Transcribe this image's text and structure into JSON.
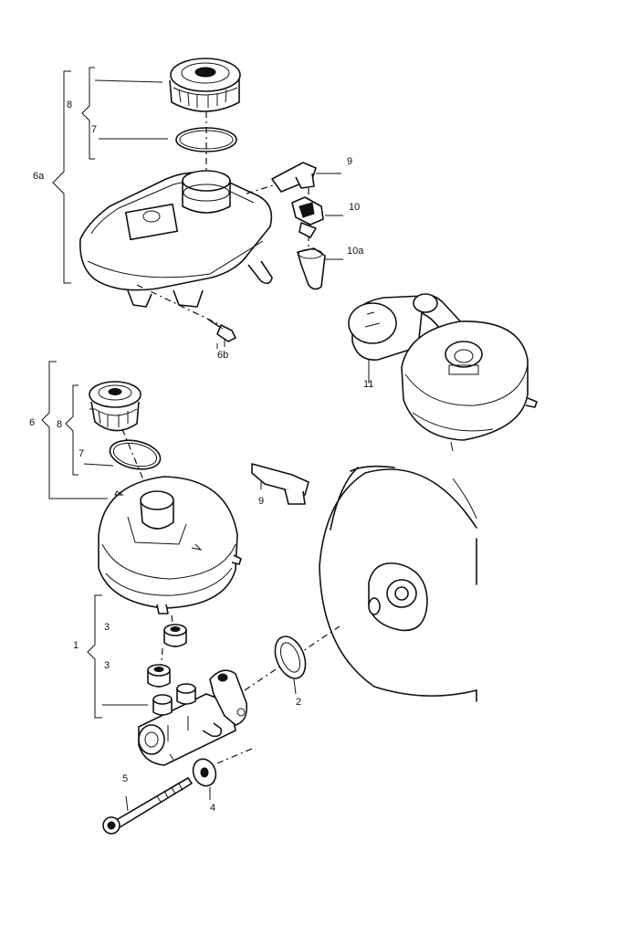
{
  "labels": {
    "6a": "6a",
    "8_top": "8",
    "7_top": "7",
    "9_top": "9",
    "10": "10",
    "10a": "10a",
    "6b": "6b",
    "11": "11",
    "6": "6",
    "8_mid": "8",
    "7_mid": "7",
    "9_mid": "9",
    "1": "1",
    "3_a": "3",
    "3_b": "3",
    "2": "2",
    "5": "5",
    "4": "4"
  }
}
